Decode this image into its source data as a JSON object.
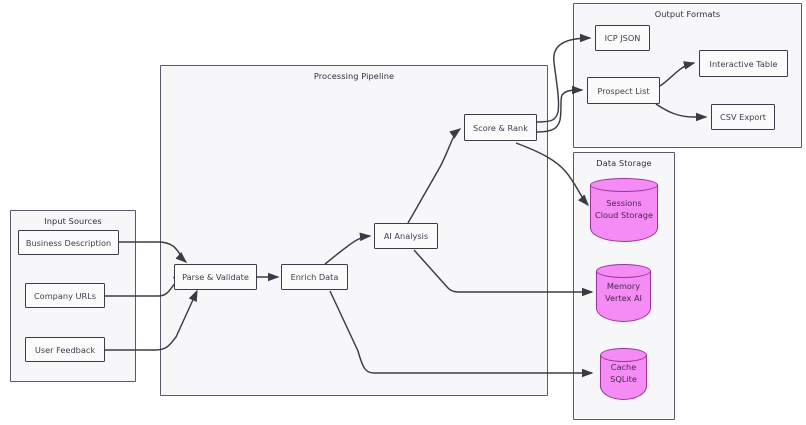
{
  "diagram": {
    "type": "flowchart",
    "clusters": [
      {
        "id": "input-sources",
        "title": "Input Sources"
      },
      {
        "id": "processing-pipeline",
        "title": "Processing Pipeline"
      },
      {
        "id": "output-formats",
        "title": "Output Formats"
      },
      {
        "id": "data-storage",
        "title": "Data Storage"
      }
    ],
    "nodes": {
      "business_description": "Business Description",
      "company_urls": "Company URLs",
      "user_feedback": "User Feedback",
      "parse_validate": "Parse & Validate",
      "enrich_data": "Enrich Data",
      "ai_analysis": "AI Analysis",
      "score_rank": "Score & Rank",
      "icp_json": "ICP JSON",
      "prospect_list": "Prospect List",
      "interactive_table": "Interactive Table",
      "csv_export": "CSV Export"
    },
    "databases": [
      {
        "id": "sessions",
        "line1": "Sessions",
        "line2": "Cloud Storage"
      },
      {
        "id": "memory",
        "line1": "Memory",
        "line2": "Vertex AI"
      },
      {
        "id": "cache",
        "line1": "Cache",
        "line2": "SQLite"
      }
    ],
    "edges": [
      {
        "from": "business_description",
        "to": "parse_validate"
      },
      {
        "from": "company_urls",
        "to": "parse_validate"
      },
      {
        "from": "user_feedback",
        "to": "parse_validate"
      },
      {
        "from": "parse_validate",
        "to": "enrich_data"
      },
      {
        "from": "enrich_data",
        "to": "ai_analysis"
      },
      {
        "from": "enrich_data",
        "to": "cache"
      },
      {
        "from": "ai_analysis",
        "to": "score_rank"
      },
      {
        "from": "ai_analysis",
        "to": "memory"
      },
      {
        "from": "score_rank",
        "to": "icp_json"
      },
      {
        "from": "score_rank",
        "to": "prospect_list"
      },
      {
        "from": "score_rank",
        "to": "sessions"
      },
      {
        "from": "prospect_list",
        "to": "interactive_table"
      },
      {
        "from": "prospect_list",
        "to": "csv_export"
      }
    ],
    "colors": {
      "cluster_fill": "#f7f7fa",
      "cluster_stroke": "#5a5a6b",
      "node_fill": "#fbfbfc",
      "node_stroke": "#3b3b4a",
      "db_fill": "#f58cf5",
      "db_stroke": "#9a349a",
      "edge_stroke": "#3b3b45",
      "text": "#40404f"
    }
  }
}
